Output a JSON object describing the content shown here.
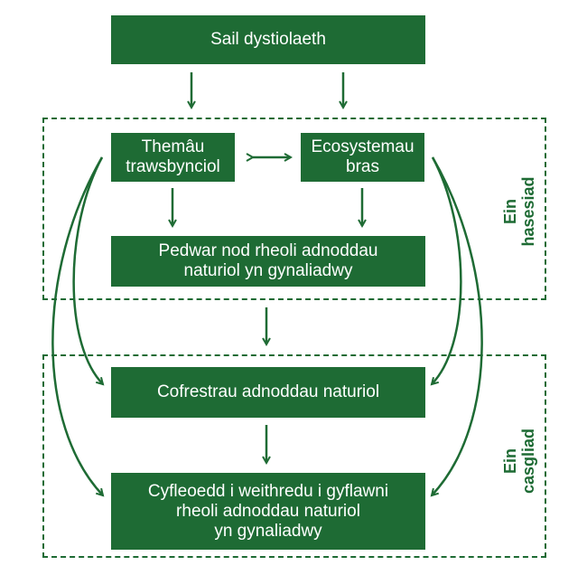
{
  "colors": {
    "primary": "#1e6b34",
    "text_on_primary": "#ffffff",
    "background": "#ffffff"
  },
  "nodes": {
    "evidence_base": {
      "lines": [
        "Sail dystiolaeth"
      ]
    },
    "cross_cutting_themes": {
      "lines": [
        "Themâu",
        "trawsbynciol"
      ]
    },
    "broad_ecosystems": {
      "lines": [
        "Ecosystemau",
        "bras"
      ]
    },
    "four_aims": {
      "lines": [
        "Pedwar nod rheoli adnoddau",
        "naturiol yn gynaliadwy"
      ]
    },
    "natural_resource_registers": {
      "lines": [
        "Cofrestrau adnoddau naturiol"
      ]
    },
    "opportunities": {
      "lines": [
        "Cyfleoedd i weithredu i gyflawni",
        "rheoli adnoddau naturiol",
        "yn gynaliadwy"
      ]
    }
  },
  "groups": {
    "assessment": {
      "label_lines": [
        "Ein",
        "hasesiad"
      ]
    },
    "conclusion": {
      "label_lines": [
        "Ein",
        "casgliad"
      ]
    }
  }
}
